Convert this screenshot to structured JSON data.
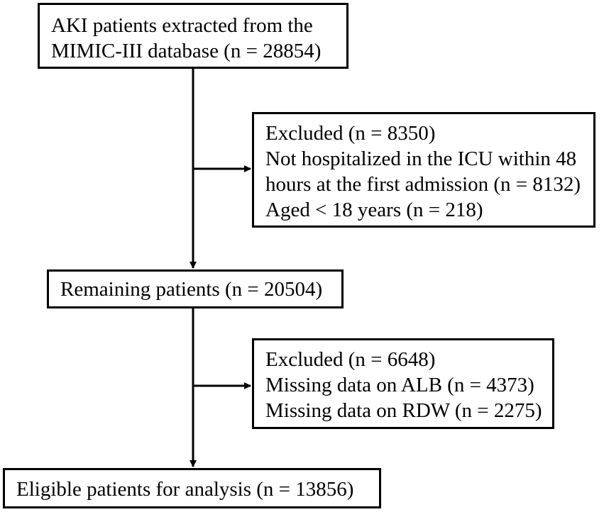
{
  "flowchart": {
    "source_box": {
      "lines": [
        "AKI patients extracted from the",
        "MIMIC-III database (n = 28854)"
      ]
    },
    "exclusion_1": {
      "lines": [
        "Excluded (n = 8350)",
        "Not hospitalized in the ICU within 48",
        "hours at the first admission (n = 8132)",
        "Aged < 18 years (n = 218)"
      ]
    },
    "remaining_box": {
      "lines": [
        "Remaining patients (n = 20504)"
      ]
    },
    "exclusion_2": {
      "lines": [
        "Excluded (n = 6648)",
        "Missing data on ALB (n = 4373)",
        "Missing data on RDW (n = 2275)"
      ]
    },
    "eligible_box": {
      "lines": [
        "Eligible patients for analysis (n = 13856)"
      ]
    }
  },
  "colors": {
    "stroke": "#000000",
    "background": "#ffffff"
  }
}
